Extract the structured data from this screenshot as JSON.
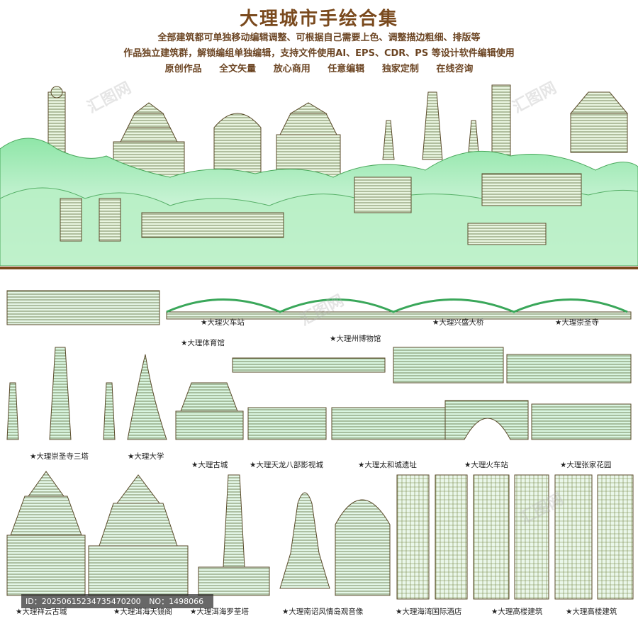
{
  "header": {
    "title": "大理城市手绘合集",
    "line1": "全部建筑都可单独移动编辑调整、可根据自己需要上色、调整描边粗细、排版等",
    "line2": "作品独立建筑群，解锁编组单独编辑，支持文件使用AI、EPS、CDR、PS 等设计软件编辑使用",
    "line3": [
      "原创作品",
      "全文矢量",
      "放心商用",
      "任意编辑",
      "独家定制",
      "在线咨询"
    ]
  },
  "labels": {
    "l1": "★大理体育馆",
    "l2": "★大理火车站",
    "l3": "★大理州博物馆",
    "l4": "★大理兴盛大桥",
    "l5": "★大理崇圣寺",
    "l6": "★大理崇圣寺三塔",
    "l7": "★大理大学",
    "l8": "★大理古城",
    "l9": "★大理天龙八部影视城",
    "l10": "★大理太和城遗址",
    "l11": "★大理火车站",
    "l12": "★大理张家花园",
    "l13": "★大理祥云古城",
    "l14": "★大理洱海天镜阁",
    "l15": "★大理洱海罗荃塔",
    "l16": "★大理南诏风情岛观音像",
    "l17": "★大理海湾国际酒店",
    "l18": "★大理高楼建筑",
    "l19": "★大理高楼建筑"
  },
  "stamp": {
    "id": "ID：20250615234735470200",
    "no": "NO：1498066"
  },
  "watermark": "汇图网",
  "colors": {
    "brown": "#7a4a1e",
    "green": "#7ee39a",
    "line": "#5a6b3a"
  }
}
